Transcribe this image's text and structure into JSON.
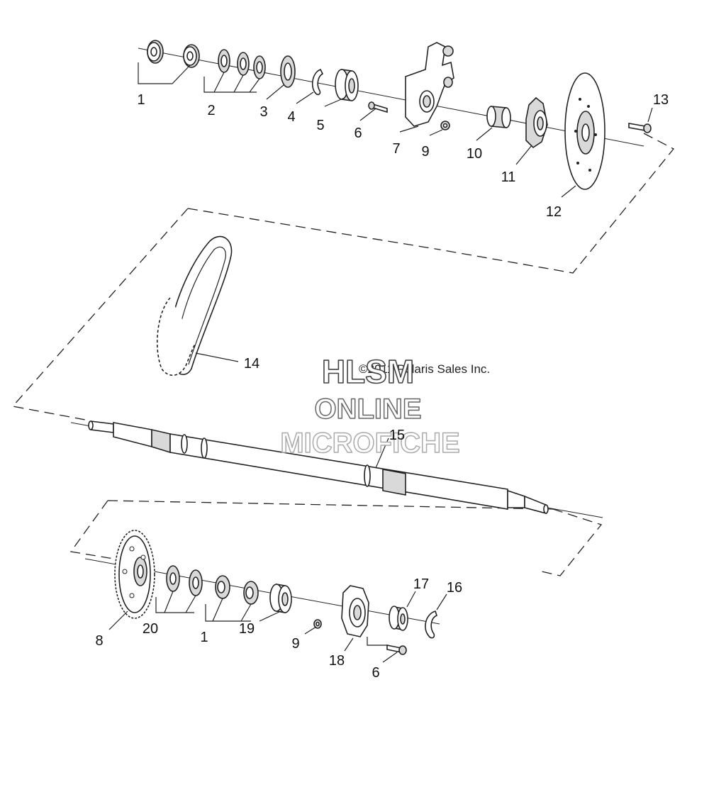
{
  "callouts": [
    {
      "id": "c1a",
      "text": "1"
    },
    {
      "id": "c2",
      "text": "2"
    },
    {
      "id": "c3",
      "text": "3"
    },
    {
      "id": "c4",
      "text": "4"
    },
    {
      "id": "c5",
      "text": "5"
    },
    {
      "id": "c6a",
      "text": "6"
    },
    {
      "id": "c7",
      "text": "7"
    },
    {
      "id": "c9a",
      "text": "9"
    },
    {
      "id": "c10",
      "text": "10"
    },
    {
      "id": "c11",
      "text": "11"
    },
    {
      "id": "c12",
      "text": "12"
    },
    {
      "id": "c13",
      "text": "13"
    },
    {
      "id": "c14",
      "text": "14"
    },
    {
      "id": "c15",
      "text": "15"
    },
    {
      "id": "c17",
      "text": "17"
    },
    {
      "id": "c16",
      "text": "16"
    },
    {
      "id": "c8",
      "text": "8"
    },
    {
      "id": "c20",
      "text": "20"
    },
    {
      "id": "c1b",
      "text": "1"
    },
    {
      "id": "c19",
      "text": "19"
    },
    {
      "id": "c9b",
      "text": "9"
    },
    {
      "id": "c18",
      "text": "18"
    },
    {
      "id": "c6b",
      "text": "6"
    }
  ],
  "copyright": "©2011 Polaris Sales Inc.",
  "watermark": {
    "line1": "HLSM",
    "line2": "ONLINE",
    "line3": "MICROFICHE"
  }
}
